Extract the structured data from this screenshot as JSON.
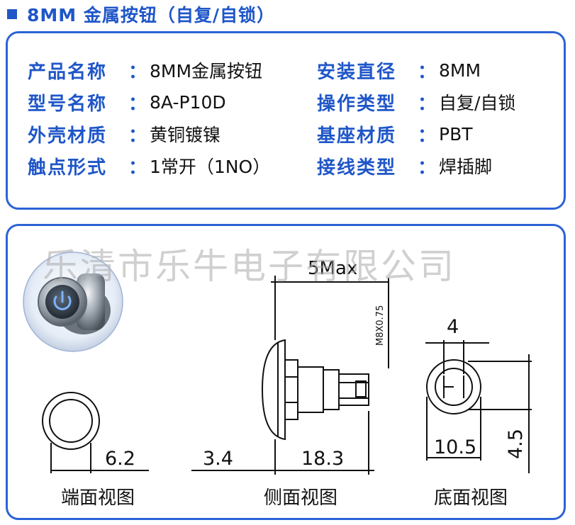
{
  "title": "8MM 金属按钮（自复/自锁）",
  "specs_left": [
    {
      "label": "产品名称",
      "colon": "：",
      "value": "8MM金属按钮"
    },
    {
      "label": "型号名称",
      "colon": "：",
      "value": "8A-P10D"
    },
    {
      "label": "外壳材质",
      "colon": "：",
      "value": "黄铜镀镍"
    },
    {
      "label": "触点形式",
      "colon": "：",
      "value": "1常开（1NO）"
    }
  ],
  "specs_right": [
    {
      "label": "安装直径",
      "colon": "：",
      "value": "8MM"
    },
    {
      "label": "操作类型",
      "colon": "：",
      "value": "自复/自锁"
    },
    {
      "label": "基座材质",
      "colon": "：",
      "value": "PBT"
    },
    {
      "label": "接线类型",
      "colon": "：",
      "value": "焊插脚"
    }
  ],
  "watermark": "乐清市乐牛电子有限公司",
  "dimensions": {
    "end_diameter": "6.2",
    "head_thickness": "3.4",
    "body_length": "18.3",
    "max_label": "5Max",
    "thread": "M8X0.75",
    "terminal_gap": "4",
    "bottom_diameter": "10.5",
    "terminal_span": "4.5"
  },
  "captions": {
    "end_view": "端面视图",
    "side_view": "侧面视图",
    "bottom_view": "底面视图"
  },
  "colors": {
    "accent": "#1f56c8",
    "border": "#2c63d6",
    "text": "#111111"
  },
  "icons": [
    "power-icon"
  ]
}
